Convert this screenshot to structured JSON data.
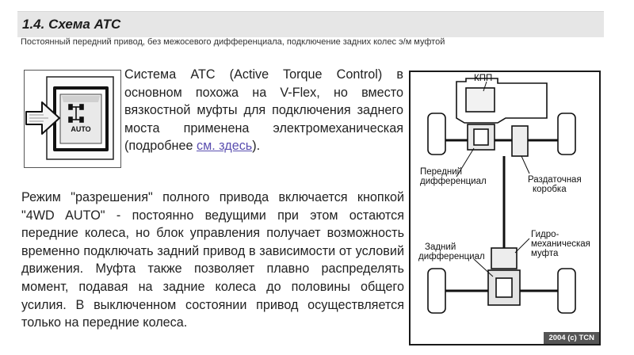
{
  "section": {
    "title": "1.4. Схема ATC",
    "subtitle": "Постоянный передний привод, без межосевого дифференциала, подключение задних колес э/м муфтой"
  },
  "switch_image": {
    "label": "AUTO"
  },
  "paragraph1": {
    "before_link": "Система ATC (Active Torque Control) в основном похожа на V-Flex, но вместо вязкостной муфты для подключения заднего моста применена электромеханическая (подробнее ",
    "link_text": "см. здесь",
    "after_link": ")."
  },
  "paragraph2": {
    "text": "Режим \"разрешения\" полного привода включается кнопкой \"4WD AUTO\" - постоянно ведущими при этом остаются передние колеса, но блок управления получает возможность временно подключать задний привод в зависимости от условий движения. Муфта также позволяет плавно распределять момент, подавая на задние колеса до половины общего усилия. В выключенном состоянии привод осуществляется только на передние колеса."
  },
  "diagram": {
    "label_gearbox": "КПП",
    "label_front_diff_1": "Передний",
    "label_front_diff_2": "дифференциал",
    "label_transfer_1": "Раздаточная",
    "label_transfer_2": "коробка",
    "label_rear_diff_1": "Задний",
    "label_rear_diff_2": "дифференциал",
    "label_coupling_1": "Гидро-",
    "label_coupling_2": "механическая",
    "label_coupling_3": "муфта",
    "copyright": "2004 (c) TCN"
  },
  "colors": {
    "header_bg": "#e6e6e6",
    "link": "#5b4fb0",
    "text": "#222222"
  }
}
